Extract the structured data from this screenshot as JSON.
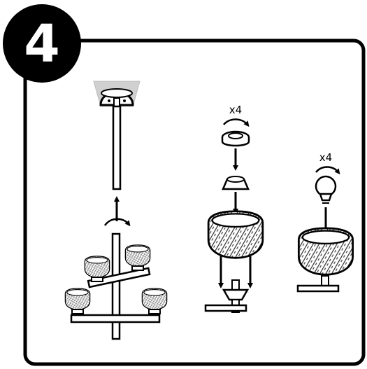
{
  "step": {
    "number": "4"
  },
  "labels": {
    "rings_qty": "x4",
    "bulbs_qty": "x4"
  },
  "colors": {
    "line": "#000000",
    "background": "#ffffff",
    "ceiling_plate": "#cfcfcf",
    "shade_pattern": "#3a3a3a"
  },
  "icons": [
    "ceiling-canopy-icon",
    "rotate-arrow-icon",
    "light-bulb-icon",
    "glass-shade-icon",
    "lamp-holder-icon",
    "shade-ring-icon",
    "chandelier-frame-icon"
  ]
}
